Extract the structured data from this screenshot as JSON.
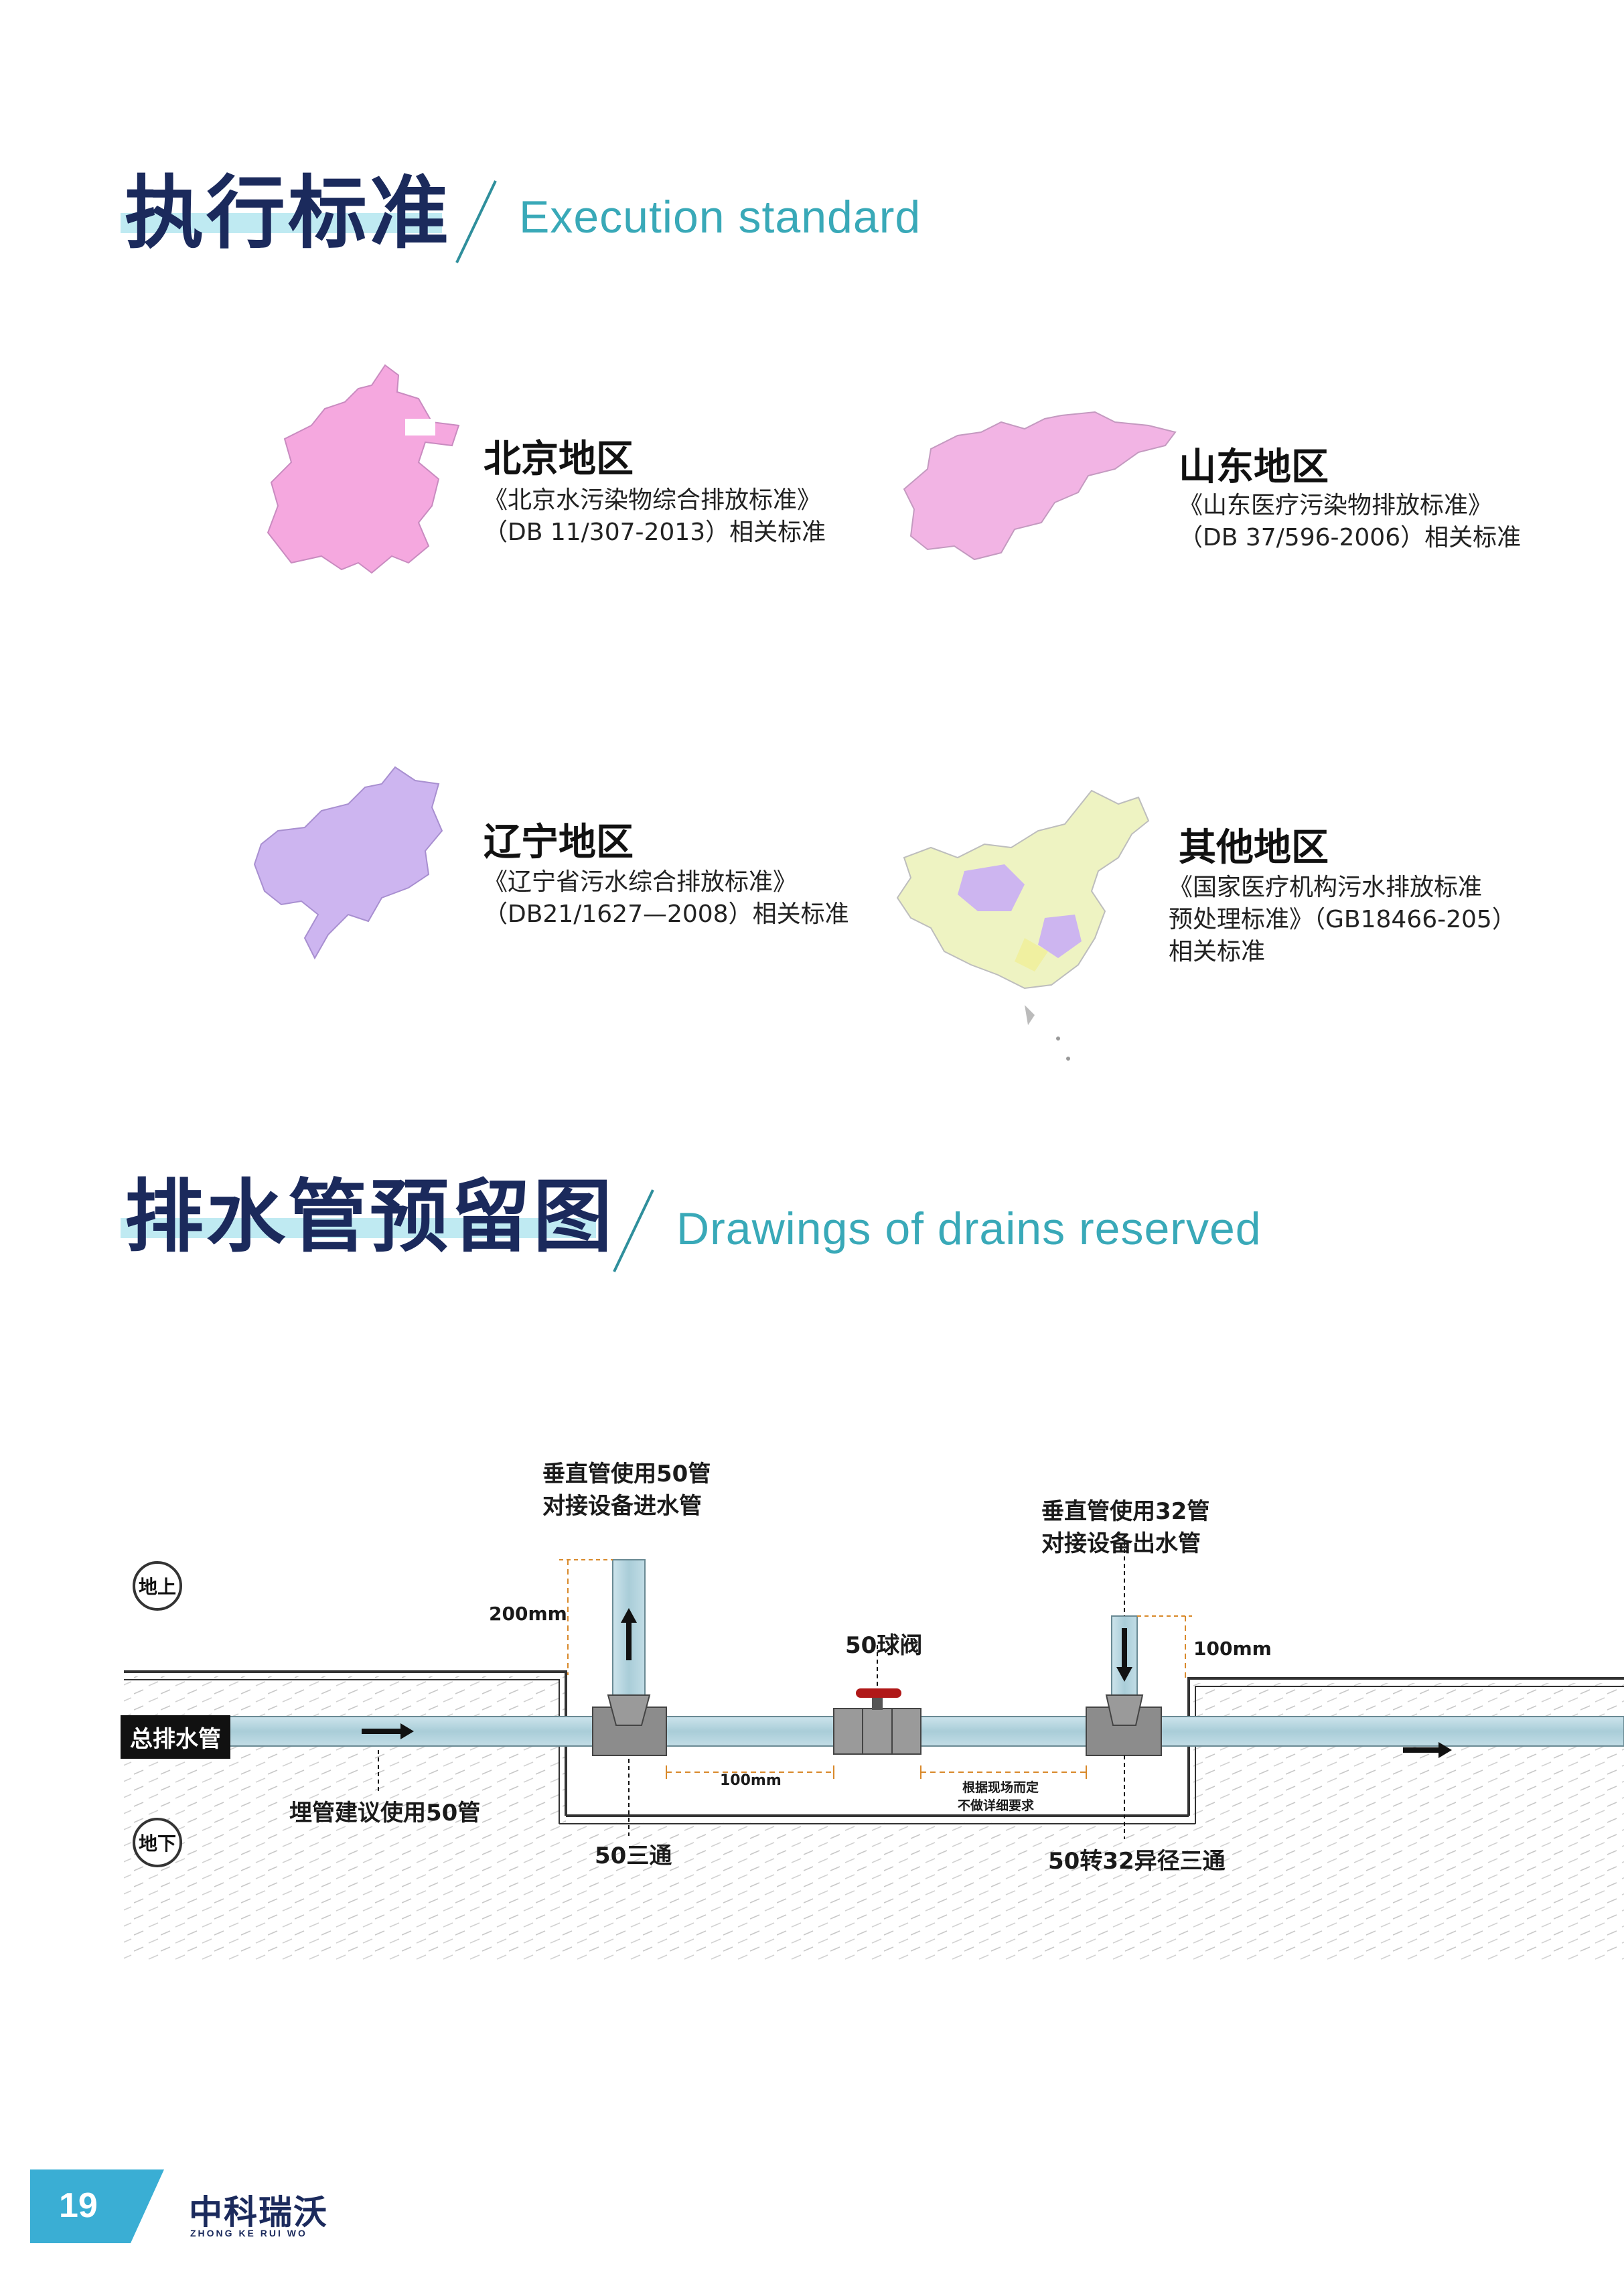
{
  "section1": {
    "title_cn": "执行标准",
    "title_en": "Execution standard"
  },
  "regions": [
    {
      "title": "北京地区",
      "lines": [
        "《北京水污染物综合排放标准》",
        "（DB 11/307-2013）相关标准"
      ],
      "map_color": "#f5a8df"
    },
    {
      "title": "山东地区",
      "lines": [
        "《山东医疗污染物排放标准》",
        "（DB 37/596-2006）相关标准"
      ],
      "map_color": "#f2b4e4"
    },
    {
      "title": "辽宁地区",
      "lines": [
        "《辽宁省污水综合排放标准》",
        "（DB21/1627—2008）相关标准"
      ],
      "map_color": "#cdb5f0"
    },
    {
      "title": "其他地区",
      "lines": [
        "《国家医疗机构污水排放标准",
        "预处理标准》（GB18466-205）",
        "相关标准"
      ],
      "map_color": "#eef3c2"
    }
  ],
  "section2": {
    "title_cn": "排水管预留图",
    "title_en": "Drawings of drains reserved"
  },
  "diagram": {
    "above_ground": "地上",
    "below_ground": "地下",
    "main_pipe": "总排水管",
    "inlet_note_1": "垂直管使用50管",
    "inlet_note_2": "对接设备进水管",
    "outlet_note_1": "垂直管使用32管",
    "outlet_note_2": "对接设备出水管",
    "dim_200": "200mm",
    "dim_100_right": "100mm",
    "dim_100_bottom": "100mm",
    "valve": "50球阀",
    "site_note_1": "根据现场而定",
    "site_note_2": "不做详细要求",
    "buried_note": "埋管建议使用50管",
    "tee_50": "50三通",
    "reducing_tee": "50转32异径三通"
  },
  "footer": {
    "page_number": "19",
    "brand_cn": "中科瑞沃",
    "brand_en": "ZHONG KE RUI WO"
  }
}
